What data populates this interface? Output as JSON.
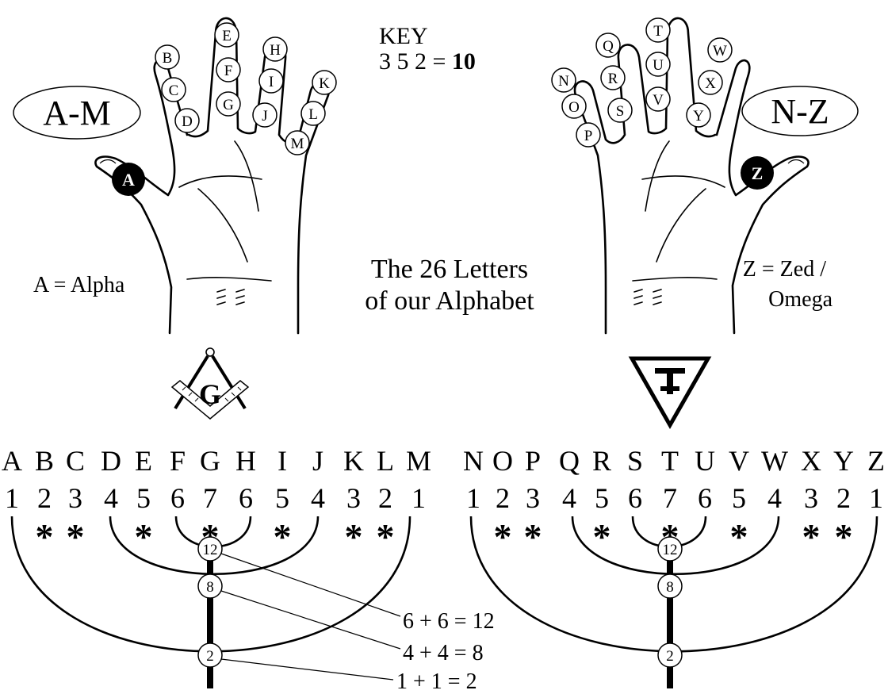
{
  "key": {
    "title": "KEY",
    "equation_lhs": "3 5 2 =",
    "equation_rhs": "10"
  },
  "left_hand": {
    "group_label": "A-M",
    "thumb_letter": "A",
    "finger_letters": [
      "B",
      "C",
      "D",
      "E",
      "F",
      "G",
      "H",
      "I",
      "J",
      "K",
      "L",
      "M"
    ],
    "caption": "A = Alpha"
  },
  "right_hand": {
    "group_label": "N-Z",
    "thumb_letter": "Z",
    "finger_letters": [
      "N",
      "O",
      "P",
      "Q",
      "R",
      "S",
      "T",
      "U",
      "V",
      "W",
      "X",
      "Y"
    ],
    "caption_line1": "Z = Zed /",
    "caption_line2": "Omega"
  },
  "center_title": {
    "line1": "The 26 Letters",
    "line2": "of our Alphabet"
  },
  "left_emblem": {
    "letter": "G",
    "icon": "square-and-compasses-icon"
  },
  "right_emblem": {
    "letter": "T",
    "icon": "triple-tau-triangle-icon"
  },
  "left_row": {
    "letters": [
      "A",
      "B",
      "C",
      "D",
      "E",
      "F",
      "G",
      "H",
      "I",
      "J",
      "K",
      "L",
      "M"
    ],
    "numbers": [
      "1",
      "2",
      "3",
      "4",
      "5",
      "6",
      "7",
      "6",
      "5",
      "4",
      "3",
      "2",
      "1"
    ],
    "stars": [
      false,
      true,
      true,
      false,
      true,
      false,
      true,
      false,
      true,
      false,
      true,
      true,
      false
    ],
    "nodes": [
      "12",
      "8",
      "2"
    ]
  },
  "right_row": {
    "letters": [
      "N",
      "O",
      "P",
      "Q",
      "R",
      "S",
      "T",
      "U",
      "V",
      "W",
      "X",
      "Y",
      "Z"
    ],
    "numbers": [
      "1",
      "2",
      "3",
      "4",
      "5",
      "6",
      "7",
      "6",
      "5",
      "4",
      "3",
      "2",
      "1"
    ],
    "stars": [
      false,
      true,
      true,
      false,
      true,
      false,
      true,
      false,
      true,
      false,
      true,
      true,
      false
    ],
    "nodes": [
      "12",
      "8",
      "2"
    ]
  },
  "equations": [
    "6 + 6 = 12",
    "4 + 4 = 8",
    "1 + 1 = 2"
  ],
  "star_symbol": "*"
}
